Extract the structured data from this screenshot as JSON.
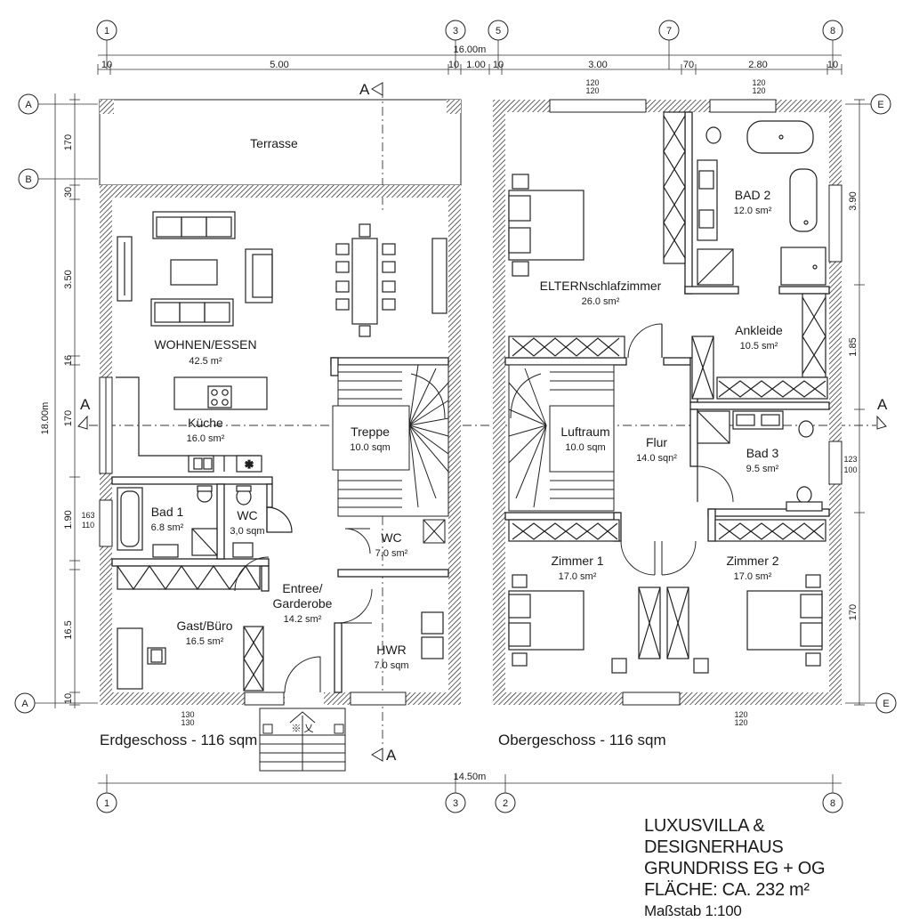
{
  "grid_top": [
    "1",
    "3",
    "5",
    "7",
    "8"
  ],
  "grid_bottom": [
    "1",
    "3",
    "2",
    "8"
  ],
  "grid_left": [
    "A",
    "B",
    "A"
  ],
  "grid_right": [
    "E",
    "E"
  ],
  "section_marker": "A",
  "dims_top": {
    "total": "16.00m",
    "d1": "10",
    "d2": "5.00",
    "d3": "10",
    "d4": "1.00",
    "d5": "10",
    "d6": "3.00",
    "d7": "70",
    "d8": "2.80",
    "d9": "10",
    "w1a": "120",
    "w1b": "120",
    "w2a": "120",
    "w2b": "120"
  },
  "dims_left": {
    "total": "18.00m",
    "l1": "170",
    "l2": "30",
    "l3": "3.50",
    "l4": "16",
    "l5": "170",
    "l6": "1.90",
    "l7": "16.5",
    "l8": "10",
    "w1a": "163",
    "w1b": "110"
  },
  "dims_right": {
    "r1": "3.90",
    "r2": "1.85",
    "r3": "170",
    "w1a": "123",
    "w1b": "100"
  },
  "dims_bottom": {
    "total": "14.50m",
    "e1a": "130",
    "e1b": "130",
    "e2a": "120",
    "e2b": "120"
  },
  "ground_floor": {
    "label": "Erdgeschoss - 116 sqm",
    "rooms": [
      {
        "name": "Terrasse",
        "area": ""
      },
      {
        "name": "WOHNEN/ESSEN",
        "area": "42.5 m²"
      },
      {
        "name": "Küche",
        "area": "16.0 sm²"
      },
      {
        "name": "Treppe",
        "area": "10.0 sqm"
      },
      {
        "name": "Bad 1",
        "area": "6.8 sm²"
      },
      {
        "name": "WC",
        "area": "3,0 sqm"
      },
      {
        "name": "WC",
        "area": "7.0 sm²"
      },
      {
        "name": "Entree/",
        "area": "Garderobe"
      },
      {
        "name": "Gast/Büro",
        "area": "16.5 sm²"
      },
      {
        "name": "HWR",
        "area": "7.0 sqm"
      }
    ],
    "entree_area": "14.2 sm²",
    "entrance_symbol": "※ 乂"
  },
  "upper_floor": {
    "label": "Obergeschoss - 116 sqm",
    "rooms": [
      {
        "name": "ELTERNschlafzimmer",
        "area": "26.0 sm²"
      },
      {
        "name": "BAD 2",
        "area": "12.0 sm²"
      },
      {
        "name": "Ankleide",
        "area": "10.5 sm²"
      },
      {
        "name": "Luftraum",
        "area": "10.0 sqm"
      },
      {
        "name": "Flur",
        "area": "14.0 sqn²"
      },
      {
        "name": "Bad 3",
        "area": "9.5 sm²"
      },
      {
        "name": "Zimmer 1",
        "area": "17.0 sm²"
      },
      {
        "name": "Zimmer 2",
        "area": "17.0 sm²"
      }
    ]
  },
  "title_block": {
    "line1": "LUXUSVILLA & DESIGNERHAUS",
    "line2": "GRUNDRISS EG + OG",
    "line3": "FLÄCHE: CA. 232 m²",
    "scale": "Maßstab 1:100"
  }
}
